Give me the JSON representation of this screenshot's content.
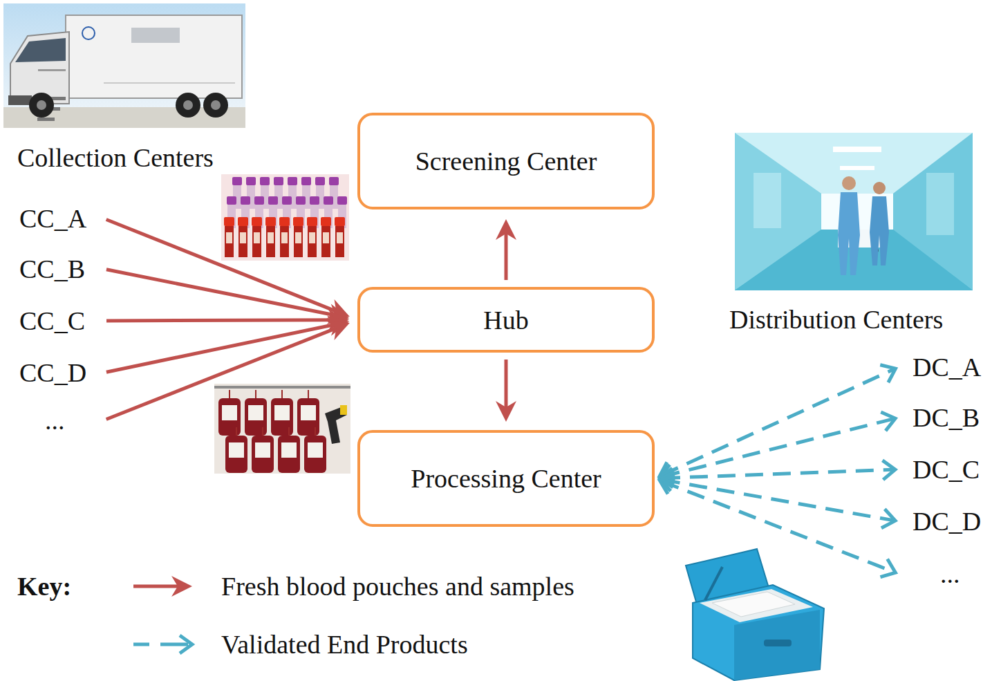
{
  "diagram": {
    "nodes": [
      {
        "text": [
          "Screening Center"
        ]
      },
      {
        "text": [
          "CC_A"
        ]
      },
      {
        "text": [
          "CC_B"
        ]
      },
      {
        "text": [
          "CC_C"
        ]
      },
      {
        "text": [
          "CC_D"
        ]
      },
      {
        "text": [
          "..."
        ]
      },
      {
        "text": [
          "Hub"
        ]
      },
      {
        "text": [
          "Processing Center"
        ]
      },
      {
        "text": [
          "DC_A"
        ]
      },
      {
        "text": [
          "DC_B"
        ]
      },
      {
        "text": [
          "DC_C"
        ]
      },
      {
        "text": [
          "DC_D"
        ]
      },
      {
        "text": [
          "..."
        ]
      }
    ],
    "edges": [
      {
        "from": 1,
        "to": 6,
        "arrow": "to"
      },
      {
        "from": 2,
        "to": 6,
        "arrow": "to"
      },
      {
        "from": 3,
        "to": 6,
        "arrow": "to"
      },
      {
        "from": 4,
        "to": 6,
        "arrow": "to"
      },
      {
        "from": 5,
        "to": 6,
        "arrow": "to"
      },
      {
        "from": 6,
        "to": 0,
        "arrow": "to"
      },
      {
        "from": 6,
        "to": 7,
        "arrow": "to"
      },
      {
        "from": 7,
        "to": 8,
        "arrow": "both"
      },
      {
        "from": 7,
        "to": 9,
        "arrow": "both"
      },
      {
        "from": 7,
        "to": 10,
        "arrow": "both"
      },
      {
        "from": 7,
        "to": 11,
        "arrow": "both"
      },
      {
        "from": 7,
        "to": 12,
        "arrow": "both"
      }
    ],
    "labels": [
      "Collection Centers",
      "Distribution Centers",
      "Key:"
    ],
    "legend": [
      {
        "text": "Fresh blood pouches and samples"
      },
      {
        "text": "Validated End Products"
      }
    ]
  }
}
